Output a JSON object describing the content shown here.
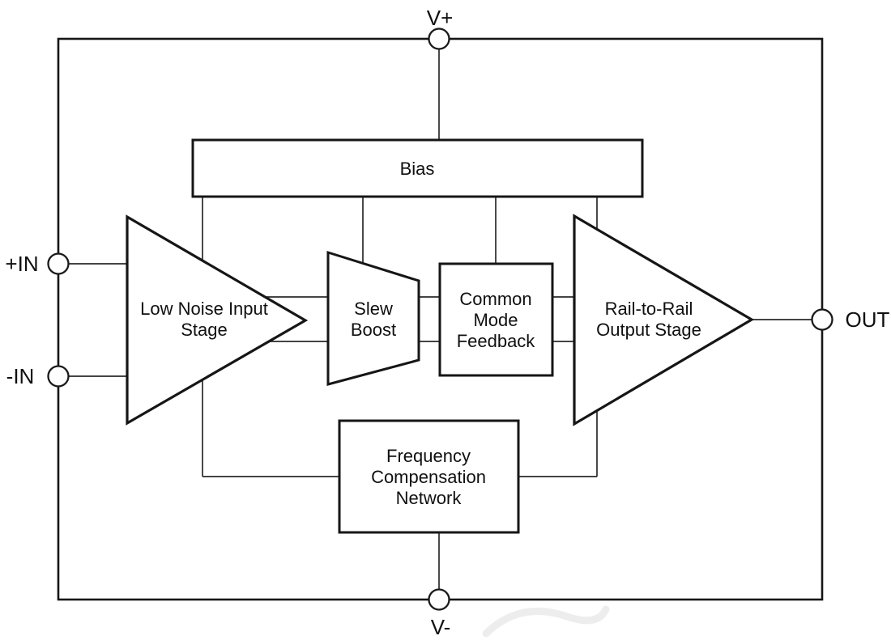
{
  "colors": {
    "background": "#ffffff",
    "line": "#1a1a1a",
    "block_fill": "#ffffff",
    "text": "#101010"
  },
  "terminals": {
    "v_plus": {
      "label": "V+"
    },
    "v_minus": {
      "label": "V-"
    },
    "in_plus": {
      "label": "+IN"
    },
    "in_minus": {
      "label": "-IN"
    },
    "out": {
      "label": "OUT"
    }
  },
  "blocks": {
    "bias": {
      "label": "Bias"
    },
    "input_stage": {
      "line1": "Low Noise Input",
      "line2": "Stage"
    },
    "slew_boost": {
      "line1": "Slew",
      "line2": "Boost"
    },
    "common_mode_feedback": {
      "line1": "Common",
      "line2": "Mode",
      "line3": "Feedback"
    },
    "output_stage": {
      "line1": "Rail-to-Rail",
      "line2": "Output Stage"
    },
    "frequency_compensation": {
      "line1": "Frequency",
      "line2": "Compensation",
      "line3": "Network"
    }
  },
  "connections": [
    "V+ terminal to Bias",
    "Bias to Low Noise Input Stage",
    "Bias to Slew Boost",
    "Bias to Common Mode Feedback",
    "Bias to Rail-to-Rail Output Stage",
    "+IN to Low Noise Input Stage",
    "-IN to Low Noise Input Stage",
    "Low Noise Input Stage to Slew Boost (two lines)",
    "Slew Boost to Common Mode Feedback (two lines)",
    "Common Mode Feedback to Rail-to-Rail Output Stage (two lines)",
    "Rail-to-Rail Output Stage to OUT terminal",
    "Frequency Compensation Network across input and output stages",
    "Frequency Compensation Network to V- terminal"
  ]
}
